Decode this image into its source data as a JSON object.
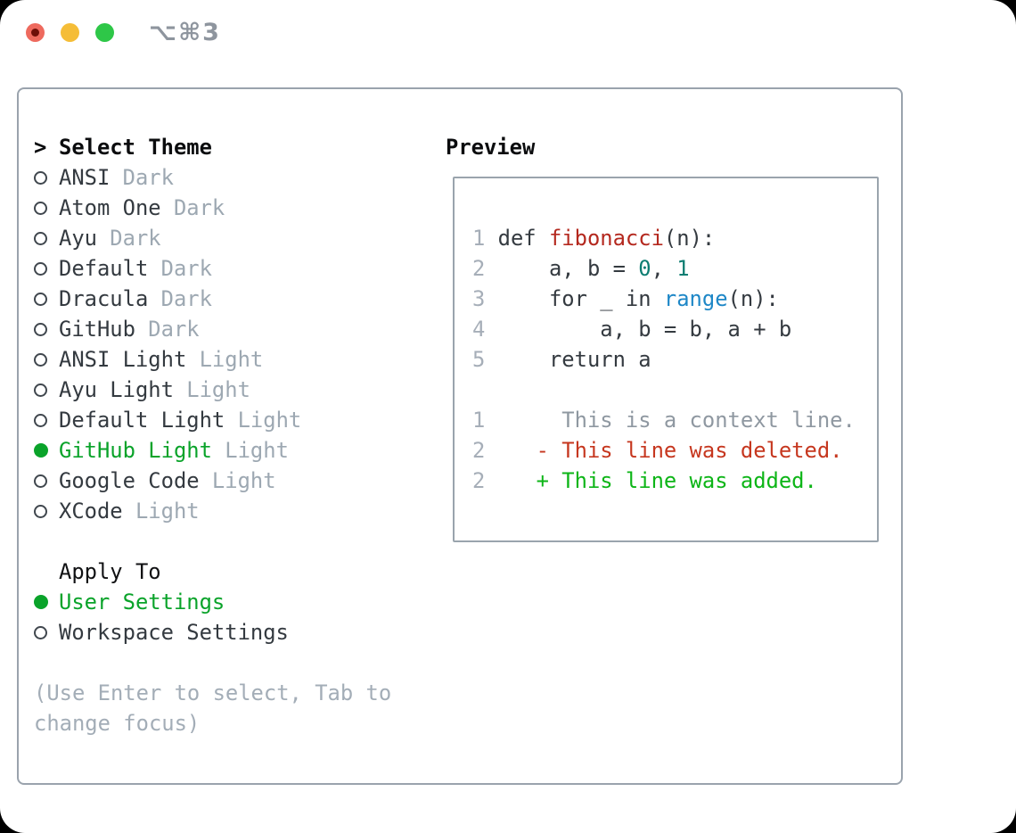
{
  "titlebar": {
    "shortcut": "⌥⌘3"
  },
  "colors": {
    "accent_selected_green": "#0aa32a",
    "added_green": "#0db517",
    "deleted_red": "#c6371f",
    "function_red": "#b4281e",
    "builtin_blue": "#1e87c7",
    "number_teal": "#0d7d72",
    "panel_border_gray": "#9aa3ad",
    "muted_gray": "#9da8b2",
    "traffic_red": "#ee6a5e",
    "traffic_yellow": "#f5bd37",
    "traffic_green": "#2ec748"
  },
  "left_panel": {
    "header": {
      "marker": ">",
      "label": "Select Theme"
    },
    "themes": [
      {
        "name": "ANSI",
        "tag": "Dark",
        "selected": false
      },
      {
        "name": "Atom One",
        "tag": "Dark",
        "selected": false
      },
      {
        "name": "Ayu",
        "tag": "Dark",
        "selected": false
      },
      {
        "name": "Default",
        "tag": "Dark",
        "selected": false
      },
      {
        "name": "Dracula",
        "tag": "Dark",
        "selected": false
      },
      {
        "name": "GitHub",
        "tag": "Dark",
        "selected": false
      },
      {
        "name": "ANSI Light",
        "tag": "Light",
        "selected": false
      },
      {
        "name": "Ayu Light",
        "tag": "Light",
        "selected": false
      },
      {
        "name": "Default Light",
        "tag": "Light",
        "selected": false
      },
      {
        "name": "GitHub Light",
        "tag": "Light",
        "selected": true
      },
      {
        "name": "Google Code",
        "tag": "Light",
        "selected": false
      },
      {
        "name": "XCode",
        "tag": "Light",
        "selected": false
      }
    ],
    "apply_to": {
      "label": "Apply To",
      "options": [
        {
          "name": "User Settings",
          "selected": true
        },
        {
          "name": "Workspace Settings",
          "selected": false
        }
      ]
    },
    "hint_lines": [
      "(Use Enter to select, Tab to",
      "change focus)"
    ]
  },
  "preview": {
    "header": "Preview",
    "code_lines": [
      {
        "num": "1",
        "tokens": [
          {
            "t": " def ",
            "c": "code"
          },
          {
            "t": "fibonacci",
            "c": "func"
          },
          {
            "t": "(n):",
            "c": "code"
          }
        ]
      },
      {
        "num": "2",
        "tokens": [
          {
            "t": "     a, b = ",
            "c": "code"
          },
          {
            "t": "0",
            "c": "number"
          },
          {
            "t": ", ",
            "c": "code"
          },
          {
            "t": "1",
            "c": "number"
          }
        ]
      },
      {
        "num": "3",
        "tokens": [
          {
            "t": "     for _ in ",
            "c": "code"
          },
          {
            "t": "range",
            "c": "builtin"
          },
          {
            "t": "(n):",
            "c": "code"
          }
        ]
      },
      {
        "num": "4",
        "tokens": [
          {
            "t": "         a, b = b, a + b",
            "c": "code"
          }
        ]
      },
      {
        "num": "5",
        "tokens": [
          {
            "t": "     return a",
            "c": "code"
          }
        ]
      }
    ],
    "diff_lines": [
      {
        "num": "1",
        "tokens": [
          {
            "t": "      This is a context line.",
            "c": "context"
          }
        ]
      },
      {
        "num": "2",
        "tokens": [
          {
            "t": "    - This line was deleted.",
            "c": "deleted"
          }
        ]
      },
      {
        "num": "2",
        "tokens": [
          {
            "t": "    + This line was added.",
            "c": "added"
          }
        ]
      }
    ]
  }
}
